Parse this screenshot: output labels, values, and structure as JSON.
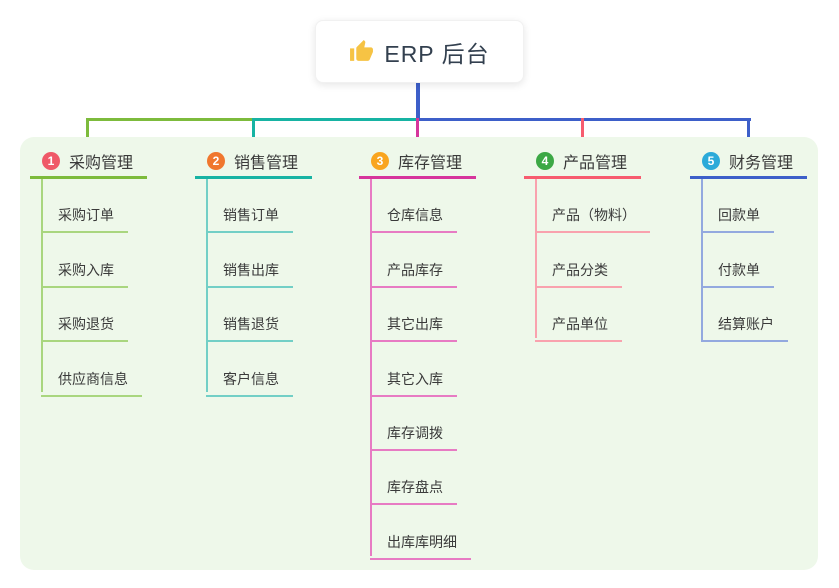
{
  "root": {
    "title": "ERP 后台",
    "icon": "thumbs-up-icon"
  },
  "colors": {
    "board_background": "#eef8ea",
    "root_connector": "#3d5fc9",
    "branch_lines": [
      "#7dbb3c",
      "#17b3a3",
      "#d6359c",
      "#f75c6f",
      "#3d5fc9"
    ],
    "branch_badges": [
      "#ef5968",
      "#f0772e",
      "#f9a51f",
      "#3ca845",
      "#2baad9"
    ]
  },
  "branches": [
    {
      "num": "1",
      "label": "采购管理",
      "line_color": "#7dbb3c",
      "badge_color": "#ef5968",
      "items": [
        "采购订单",
        "采购入库",
        "采购退货",
        "供应商信息"
      ]
    },
    {
      "num": "2",
      "label": "销售管理",
      "line_color": "#17b3a3",
      "badge_color": "#f0772e",
      "items": [
        "销售订单",
        "销售出库",
        "销售退货",
        "客户信息"
      ]
    },
    {
      "num": "3",
      "label": "库存管理",
      "line_color": "#d6359c",
      "badge_color": "#f9a51f",
      "items": [
        "仓库信息",
        "产品库存",
        "其它出库",
        "其它入库",
        "库存调拨",
        "库存盘点",
        "出库库明细"
      ]
    },
    {
      "num": "4",
      "label": "产品管理",
      "line_color": "#f75c6f",
      "badge_color": "#3ca845",
      "items": [
        "产品（物料）",
        "产品分类",
        "产品单位"
      ]
    },
    {
      "num": "5",
      "label": "财务管理",
      "line_color": "#3d5fc9",
      "badge_color": "#2baad9",
      "items": [
        "回款单",
        "付款单",
        "结算账户"
      ]
    }
  ]
}
